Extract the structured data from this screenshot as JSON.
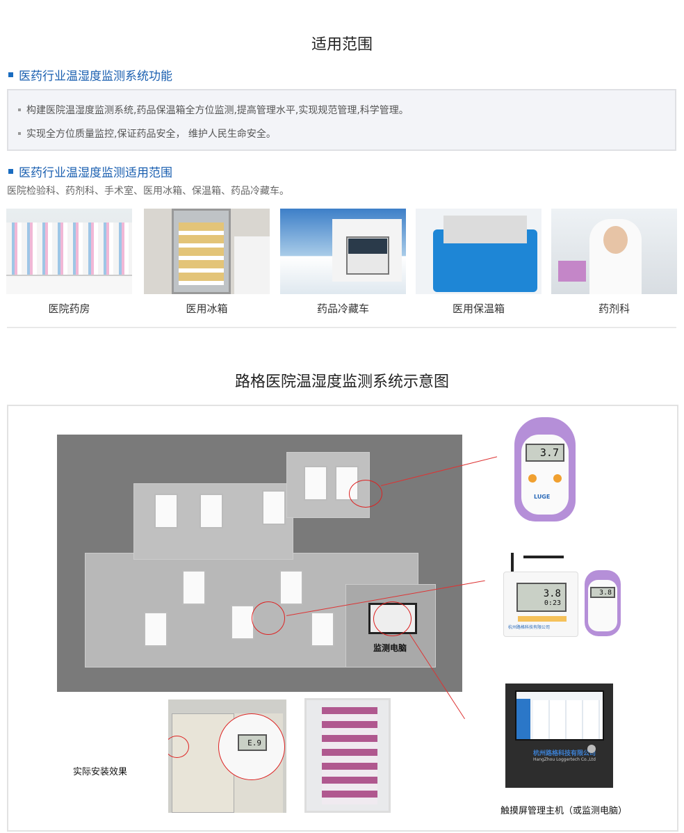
{
  "page_title": "适用范围",
  "functions": {
    "heading": "医药行业温湿度监测系统功能",
    "items": [
      "构建医院温湿度监测系统,药品保温箱全方位监测,提高管理水平,实现规范管理,科学管理。",
      "实现全方位质量监控,保证药品安全， 维护人民生命安全。"
    ]
  },
  "scope": {
    "heading": "医药行业温湿度监测适用范围",
    "text": "医院检验科、药剂科、手术室、医用冰箱、保温箱、药品冷藏车。",
    "scenes": [
      {
        "caption": "医院药房"
      },
      {
        "caption": "医用冰箱"
      },
      {
        "caption": "药品冷藏车"
      },
      {
        "caption": "医用保温箱"
      },
      {
        "caption": "药剂科"
      }
    ]
  },
  "diagram": {
    "title": "路格医院温湿度监测系统示意图",
    "computer_label": "监测电脑",
    "install_label": "实际安装效果",
    "host_label": "触摸屏管理主机（或监测电脑）",
    "devices": {
      "handheld_reading": "3.7",
      "logger_reading": "3.8",
      "logger_time": "0:23",
      "small_reading": "3.8",
      "brand": "LUGE",
      "company_cn": "杭州路格科技有限公司",
      "company_en": "HangZhou Loggertech Co.,Ltd",
      "install_reading": "E.9"
    }
  },
  "colors": {
    "accent": "#1a5fb0",
    "device_purple": "#b58fd8",
    "highlight": "#d22222"
  }
}
